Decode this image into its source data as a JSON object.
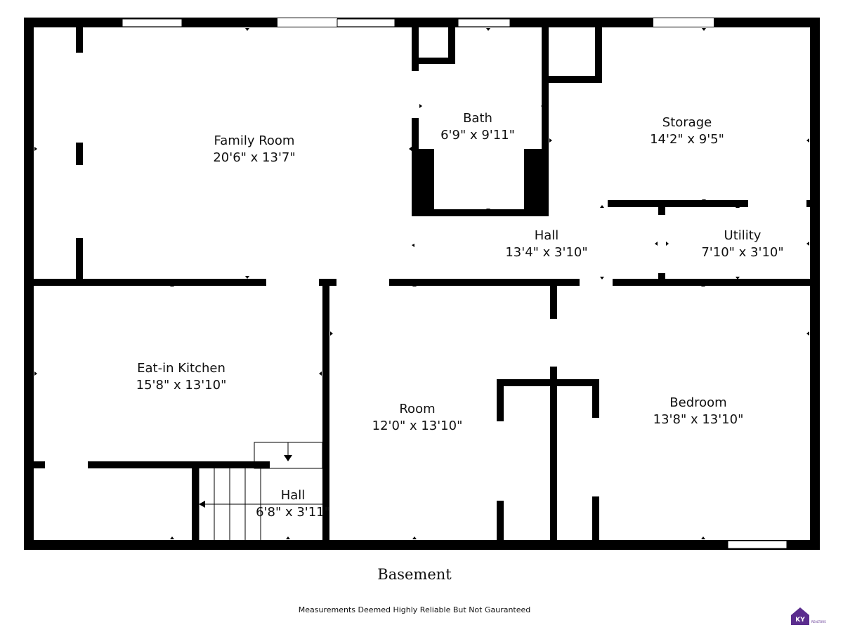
{
  "floor_title": "Basement",
  "disclaimer": "Measurements Deemed Highly Reliable But Not Gauranteed",
  "rooms": {
    "family_room": {
      "name": "Family Room",
      "dims": "20'6\" x 13'7\""
    },
    "bath": {
      "name": "Bath",
      "dims": "6'9\" x 9'11\""
    },
    "storage": {
      "name": "Storage",
      "dims": "14'2\" x 9'5\""
    },
    "hall_upper": {
      "name": "Hall",
      "dims": "13'4\" x 3'10\""
    },
    "utility": {
      "name": "Utility",
      "dims": "7'10\" x 3'10\""
    },
    "eat_in_kitchen": {
      "name": "Eat-in Kitchen",
      "dims": "15'8\" x 13'10\""
    },
    "room": {
      "name": "Room",
      "dims": "12'0\" x 13'10\""
    },
    "bedroom": {
      "name": "Bedroom",
      "dims": "13'8\" x 13'10\""
    },
    "hall_lower": {
      "name": "Hall",
      "dims": "6'8\" x 3'11\""
    }
  },
  "logo": {
    "monogram": "KY",
    "text": "REALTORS",
    "brand_color": "#5b2d8e"
  },
  "colors": {
    "walls": "#000000",
    "background": "#ffffff"
  }
}
